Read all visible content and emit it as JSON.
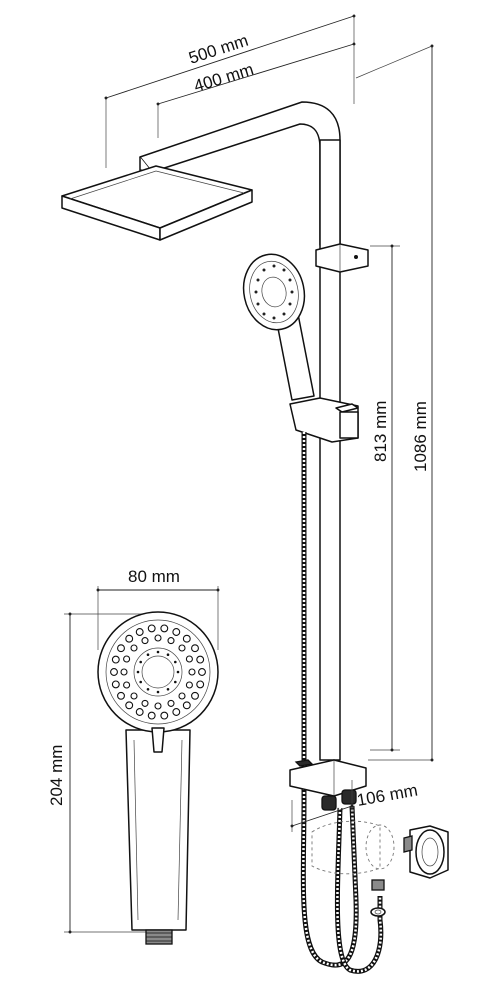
{
  "dimensions": {
    "overall_width": "500 mm",
    "arm_length": "400 mm",
    "overall_height": "1086 mm",
    "bar_height": "813 mm",
    "wall_offset": "106 mm",
    "handset_width": "80 mm",
    "handset_length": "204 mm"
  },
  "colors": {
    "line": "#111111",
    "metal_grey": "#8a8a8a",
    "dark_part": "#2a2a2a",
    "background": "#ffffff"
  }
}
